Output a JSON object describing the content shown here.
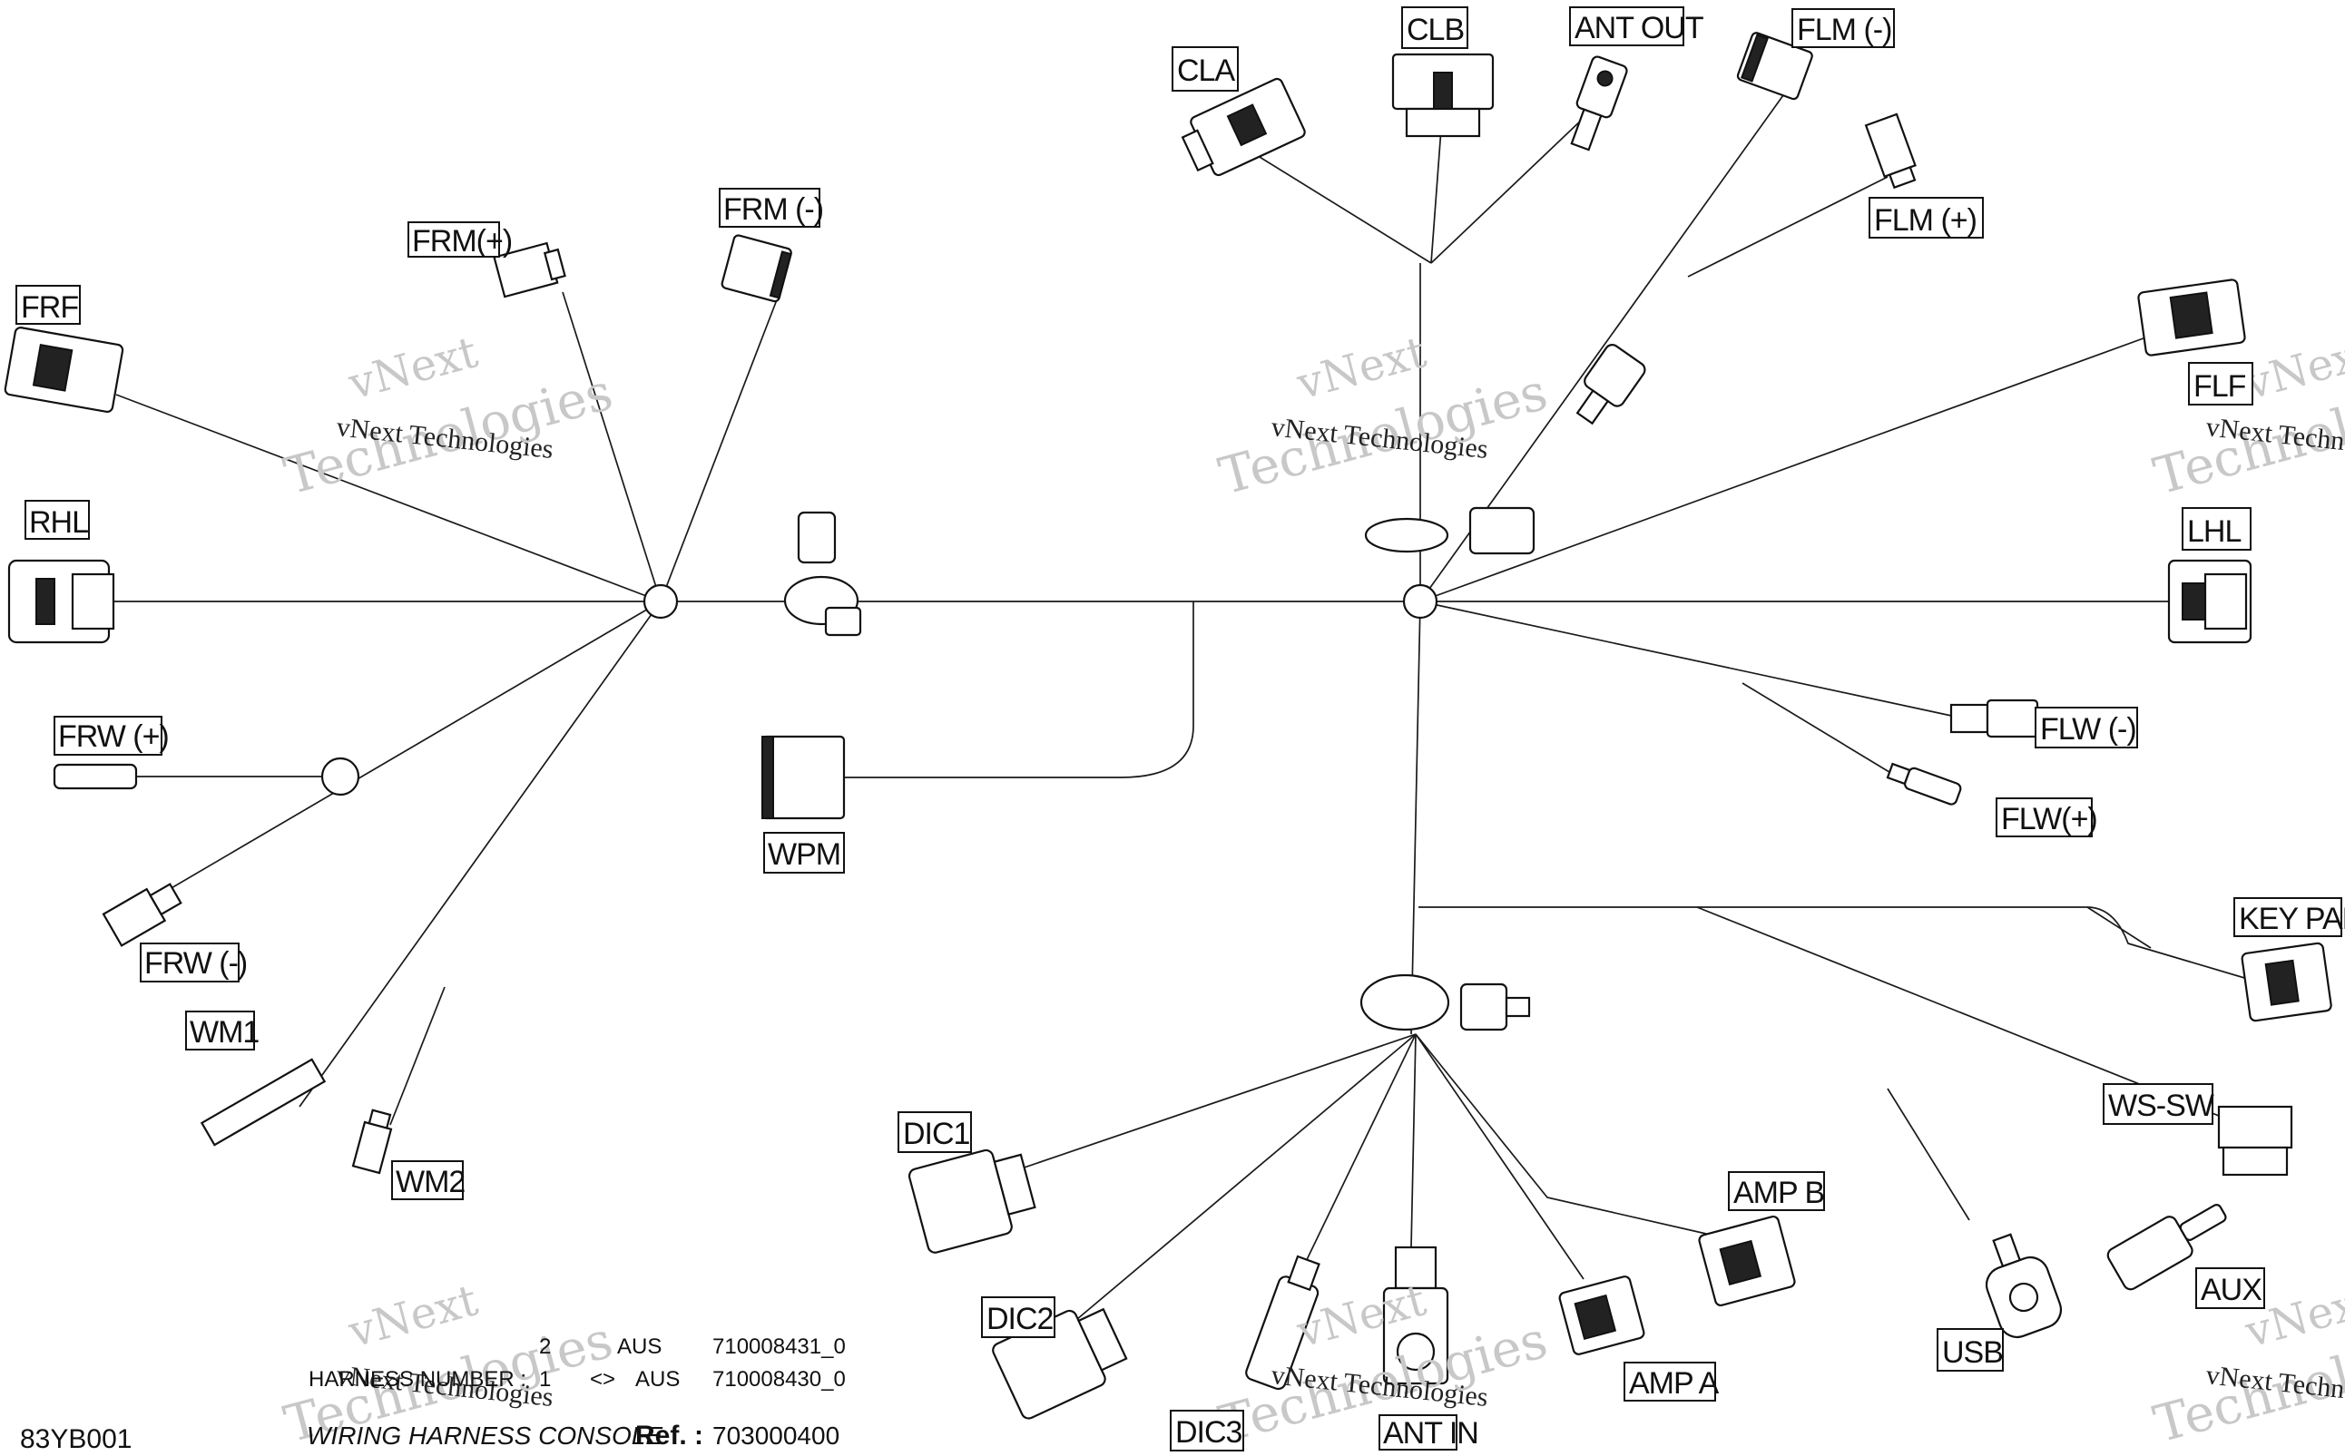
{
  "watermark": {
    "line1": "vNext",
    "line2": "Technologies",
    "caption": "vNext Technologies"
  },
  "connectors": {
    "CLA": "CLA",
    "CLB": "CLB",
    "ANT_OUT": "ANT OUT",
    "FLM_MINUS": "FLM (-)",
    "FLM_PLUS": "FLM (+)",
    "FLF": "FLF",
    "LHL": "LHL",
    "FLW_MINUS": "FLW (-)",
    "FLW_PLUS": "FLW(+)",
    "KEY_PAD": "KEY PAD",
    "WS_SW": "WS-SW",
    "AUX": "AUX",
    "USB": "USB",
    "AMP_B": "AMP B",
    "AMP_A": "AMP A",
    "ANT_IN": "ANT IN",
    "DIC1": "DIC1",
    "DIC2": "DIC2",
    "DIC3": "DIC3",
    "FRM_PLUS": "FRM(+)",
    "FRM_MINUS": "FRM (-)",
    "FRF": "FRF",
    "RHL": "RHL",
    "FRW_PLUS": "FRW (+)",
    "FRW_MINUS": "FRW (-)",
    "WPM": "WPM",
    "WM1": "WM1",
    "WM2": "WM2"
  },
  "footer": {
    "drawing_code": "83YB001",
    "harness_number_label": "HARNESS NUMBER :",
    "rows": [
      {
        "num": "2",
        "sep": "",
        "region": "AUS",
        "part": "710008431_0"
      },
      {
        "num": "1",
        "sep": "<>",
        "region": "AUS",
        "part": "710008430_0"
      }
    ],
    "title": "WIRING HARNESS CONSOLE",
    "ref_label": "Ref. :",
    "ref_value": "703000400"
  }
}
